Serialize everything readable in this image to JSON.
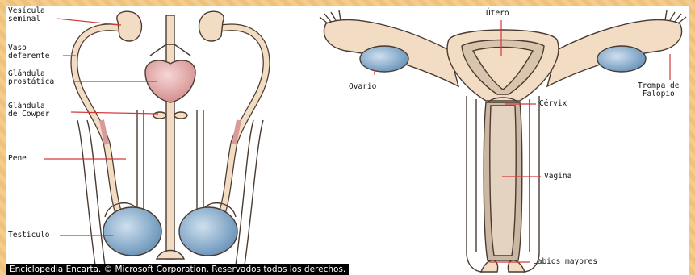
{
  "male_labels": {
    "seminal_vesicle": "Vesícula\nseminal",
    "vas_deferens": "Vaso\ndeferente",
    "prostate": "Glándula\nprostática",
    "cowper": "Glándula\nde Cowper",
    "penis": "Pene",
    "testicle": "Testículo"
  },
  "female_labels": {
    "uterus": "Útero",
    "ovary": "Ovario",
    "fallopian_tube": "Trompa de\nFalopio",
    "cervix": "Cérvix",
    "vagina": "Vagina",
    "labia": "Labios mayores"
  },
  "credit": "Enciclopedia Encarta. © Microsoft Corporation. Reservados todos los derechos.",
  "colors": {
    "tissue": "#f3dcc4",
    "outline": "#4a3a30",
    "prostate": "#e2a8a8",
    "gonad": "#8fb3cf",
    "leader": "#d23a3a",
    "frame": "#f2c98a"
  }
}
